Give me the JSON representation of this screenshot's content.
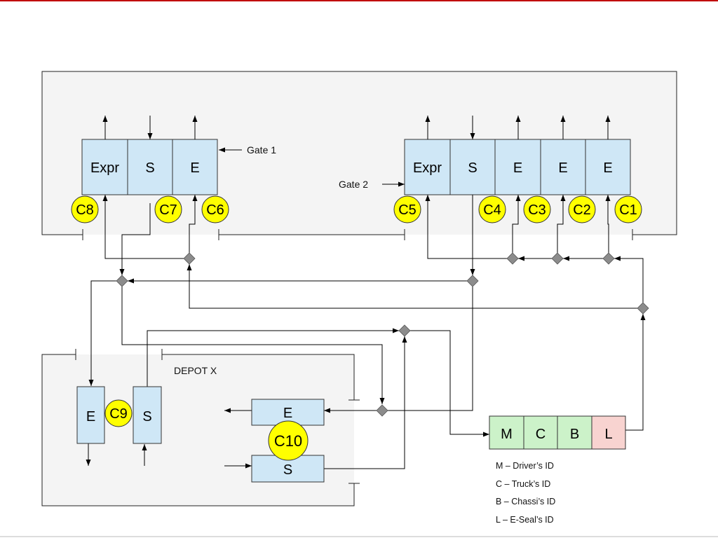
{
  "gates": {
    "gate1": {
      "label": "Gate 1",
      "lanes": [
        "Expr",
        "S",
        "E"
      ],
      "cameras": [
        "C8",
        "C7",
        "C6"
      ]
    },
    "gate2": {
      "label": "Gate 2",
      "lanes": [
        "Expr",
        "S",
        "E",
        "E",
        "E"
      ],
      "cameras": [
        "C5",
        "C4",
        "C3",
        "C2",
        "C1"
      ]
    }
  },
  "depot": {
    "label": "DEPOT X",
    "left_lanes": [
      "E",
      "S"
    ],
    "left_camera": "C9",
    "right_lanes": [
      "E",
      "S"
    ],
    "right_camera": "C10"
  },
  "id_record": {
    "fields": [
      "M",
      "C",
      "B",
      "L"
    ],
    "colors": {
      "M": "#ccf2c9",
      "C": "#ccf2c9",
      "B": "#ccf2c9",
      "L": "#f8d3d0"
    }
  },
  "legend": [
    "M – Driver’s ID",
    "C – Truck’s ID",
    "B – Chassi’s ID",
    "L – E-Seal’s ID"
  ],
  "colors": {
    "lane_fill": "#cfe7f6",
    "camera_fill": "#ffff00",
    "junction": "#8c8c8c",
    "zone_fill": "#f4f4f4",
    "top_rule": "#c00000"
  }
}
